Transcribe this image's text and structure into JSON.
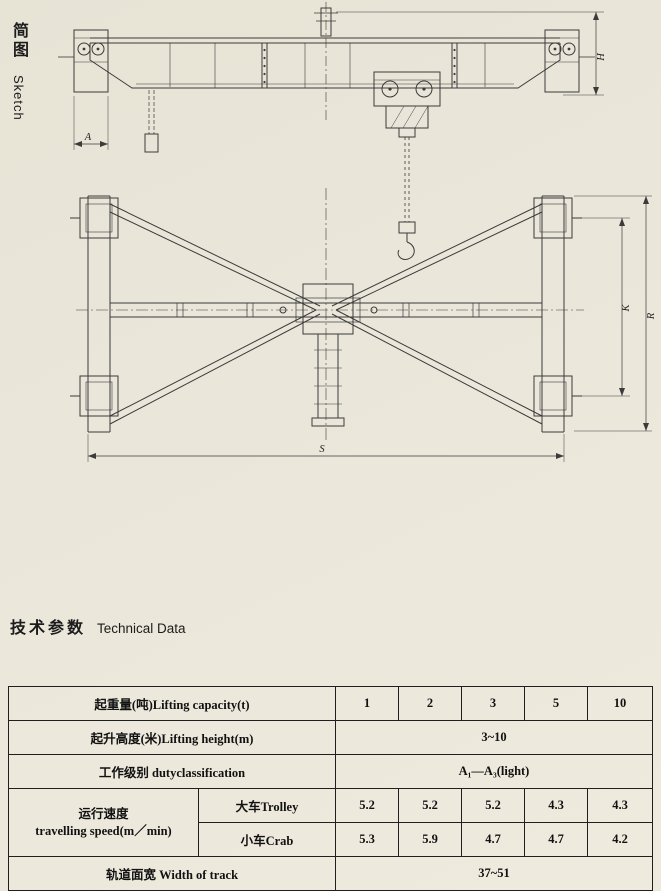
{
  "colors": {
    "paper": "#eae6da",
    "ink": "#1c1c1c",
    "line": "#3b3b3b"
  },
  "sketch": {
    "label_cn": "简图",
    "label_en": "Sketch",
    "dims": {
      "H": "H",
      "A": "A",
      "S": "S",
      "R": "R",
      "K": "K"
    }
  },
  "tech": {
    "heading_cn": "技术参数",
    "heading_en": "Technical Data"
  },
  "table": {
    "capacity": {
      "label": "起重量(吨)Lifting capacity(t)",
      "values": [
        "1",
        "2",
        "3",
        "5",
        "10"
      ]
    },
    "lifting_height": {
      "label": "起升高度(米)Lifting height(m)",
      "value": "3~10"
    },
    "duty": {
      "label": "工作级别 dutyclassification",
      "value": "A₁—A₃(light)"
    },
    "speed": {
      "label_cn": "运行速度",
      "label_en": "travelling speed(m／min)",
      "rows": [
        {
          "label": "大车Trolley",
          "values": [
            "5.2",
            "5.2",
            "5.2",
            "4.3",
            "4.3"
          ]
        },
        {
          "label": "小车Crab",
          "values": [
            "5.3",
            "5.9",
            "4.7",
            "4.7",
            "4.2"
          ]
        }
      ]
    },
    "track": {
      "label": "轨道面宽 Width of track",
      "value": "37~51"
    }
  }
}
